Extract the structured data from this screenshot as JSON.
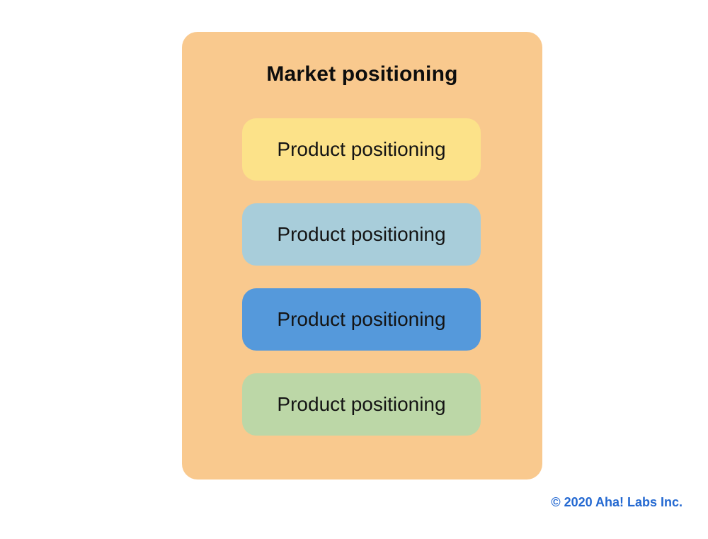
{
  "diagram": {
    "title": "Market positioning",
    "container_color": "#F9C98E",
    "boxes": [
      {
        "label": "Product positioning",
        "color": "#FCE289"
      },
      {
        "label": "Product positioning",
        "color": "#A8CDDA"
      },
      {
        "label": "Product positioning",
        "color": "#5599DB"
      },
      {
        "label": "Product positioning",
        "color": "#BCD7A7"
      }
    ]
  },
  "footer": {
    "copyright": "© 2020 Aha! Labs Inc.",
    "color": "#2368D1"
  }
}
